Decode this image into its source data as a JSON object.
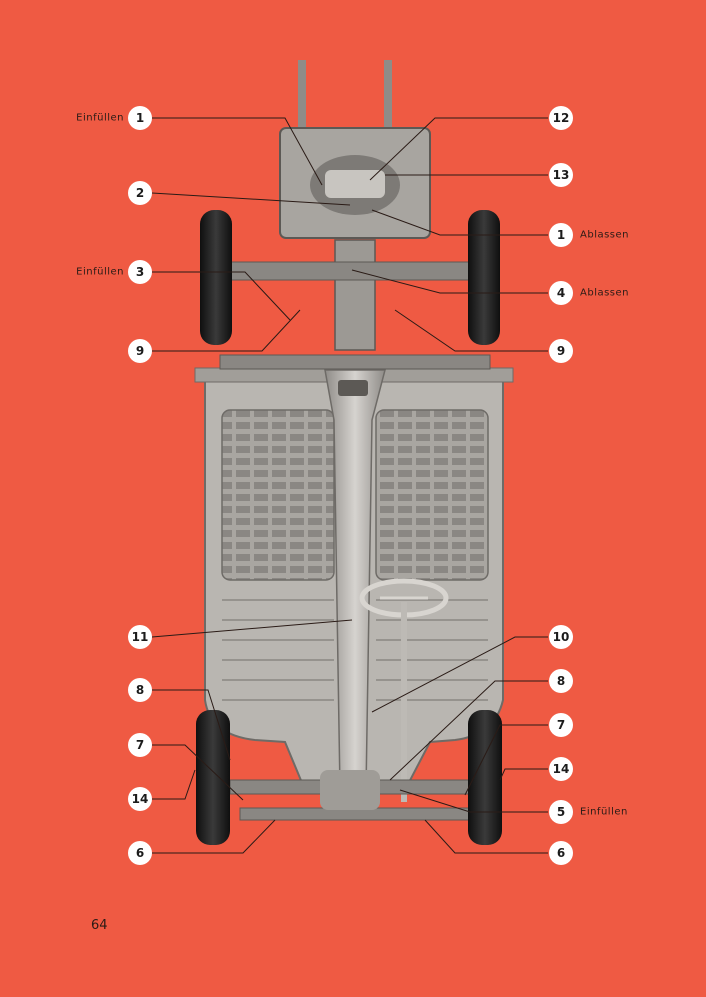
{
  "page_number": "64",
  "callouts": [
    {
      "id": "c1-einf",
      "number": "1",
      "label": "Einfüllen",
      "label_side": "left"
    },
    {
      "id": "c2",
      "number": "2",
      "label": "",
      "label_side": "left"
    },
    {
      "id": "c3",
      "number": "3",
      "label": "Einfüllen",
      "label_side": "left"
    },
    {
      "id": "c9-left",
      "number": "9",
      "label": "",
      "label_side": "left"
    },
    {
      "id": "c11",
      "number": "11",
      "label": "",
      "label_side": "left"
    },
    {
      "id": "c8-left",
      "number": "8",
      "label": "",
      "label_side": "left"
    },
    {
      "id": "c7-left",
      "number": "7",
      "label": "",
      "label_side": "left"
    },
    {
      "id": "c14-left",
      "number": "14",
      "label": "",
      "label_side": "left"
    },
    {
      "id": "c6-left",
      "number": "6",
      "label": "",
      "label_side": "left"
    },
    {
      "id": "c12",
      "number": "12",
      "label": "",
      "label_side": "right"
    },
    {
      "id": "c13",
      "number": "13",
      "label": "",
      "label_side": "right"
    },
    {
      "id": "c1-abl",
      "number": "1",
      "label": "Ablassen",
      "label_side": "right"
    },
    {
      "id": "c4",
      "number": "4",
      "label": "Ablassen",
      "label_side": "right"
    },
    {
      "id": "c9-right",
      "number": "9",
      "label": "",
      "label_side": "right"
    },
    {
      "id": "c10",
      "number": "10",
      "label": "",
      "label_side": "right"
    },
    {
      "id": "c8-right",
      "number": "8",
      "label": "",
      "label_side": "right"
    },
    {
      "id": "c7-right",
      "number": "7",
      "label": "",
      "label_side": "right"
    },
    {
      "id": "c14-right",
      "number": "14",
      "label": "",
      "label_side": "right"
    },
    {
      "id": "c5",
      "number": "5",
      "label": "Einfüllen",
      "label_side": "right"
    },
    {
      "id": "c6-right",
      "number": "6",
      "label": "",
      "label_side": "right"
    }
  ],
  "colors": {
    "background": "#ef5a43",
    "chassis": "#b9b6b1",
    "chassis_dark": "#6e6b67",
    "tire": "#1b1b1b",
    "callout": "#ffffff",
    "leader_line": "#2a1b16"
  }
}
